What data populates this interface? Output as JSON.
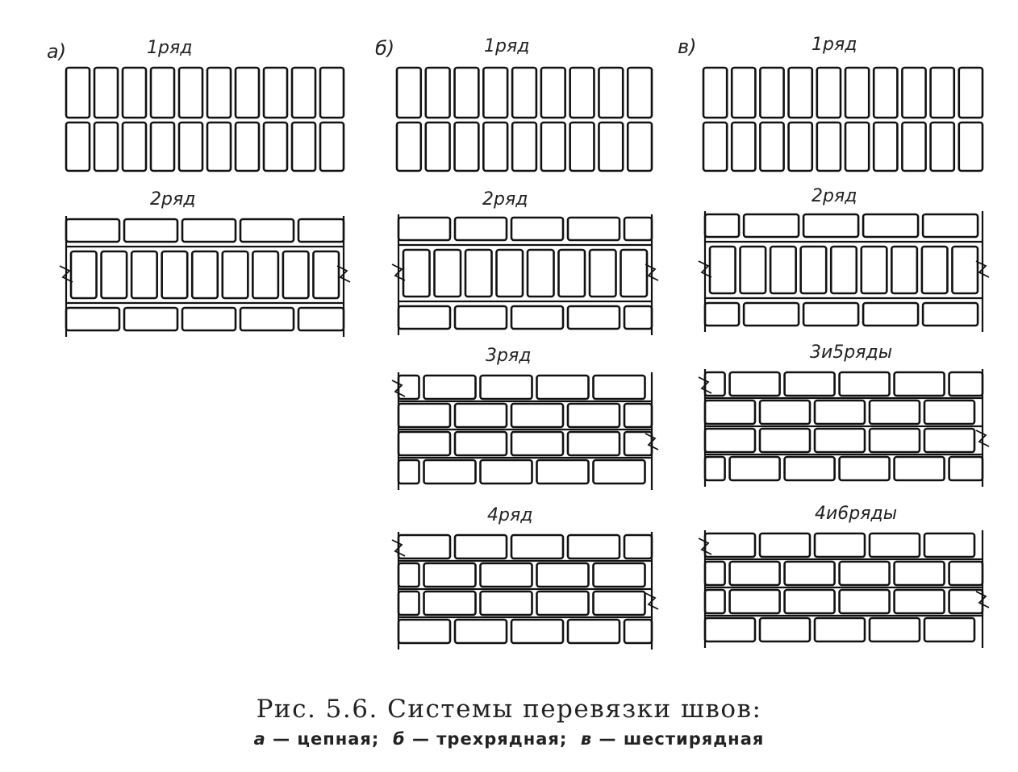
{
  "panels": [
    {
      "id": "a",
      "letter": "а)",
      "rows": [
        {
          "label": "1ряд",
          "type": "header"
        },
        {
          "label": "2ряд",
          "type": "stretcher-header"
        }
      ]
    },
    {
      "id": "b",
      "letter": "б)",
      "rows": [
        {
          "label": "1ряд",
          "type": "header"
        },
        {
          "label": "2ряд",
          "type": "stretcher-header"
        },
        {
          "label": "3ряд",
          "type": "stretcher"
        },
        {
          "label": "4ряд",
          "type": "stretcher"
        }
      ]
    },
    {
      "id": "c",
      "letter": "в)",
      "rows": [
        {
          "label": "1ряд",
          "type": "header"
        },
        {
          "label": "2ряд",
          "type": "stretcher-header"
        },
        {
          "label": "3и5ряды",
          "type": "stretcher"
        },
        {
          "label": "4и6ряды",
          "type": "stretcher"
        }
      ]
    }
  ],
  "caption": {
    "title": "Рис. 5.6. Системы перевязки швов:",
    "legend": [
      {
        "key": "а",
        "text": "— цепная;"
      },
      {
        "key": "б",
        "text": "— трехрядная;"
      },
      {
        "key": "в",
        "text": "— шестирядная"
      }
    ]
  }
}
